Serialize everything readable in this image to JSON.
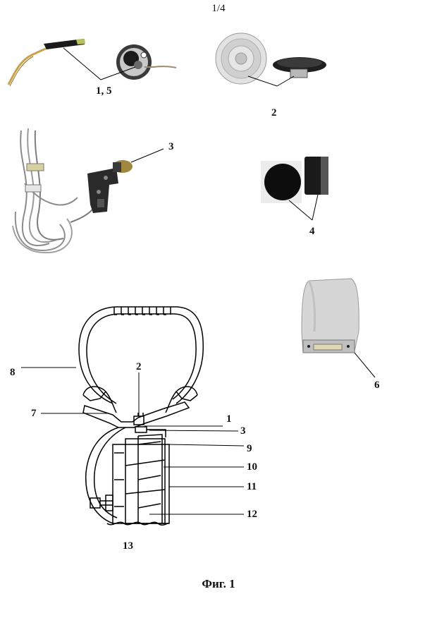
{
  "page_number": "1/4",
  "labels": {
    "l1_5": "1, 5",
    "l2_top": "2",
    "l3_top": "3",
    "l4": "4",
    "l6": "6",
    "d8": "8",
    "d2": "2",
    "d7": "7",
    "d1": "1",
    "d3": "3",
    "d9": "9",
    "d10": "10",
    "d11": "11",
    "d12": "12",
    "d13": "13"
  },
  "caption": "Фиг. 1"
}
